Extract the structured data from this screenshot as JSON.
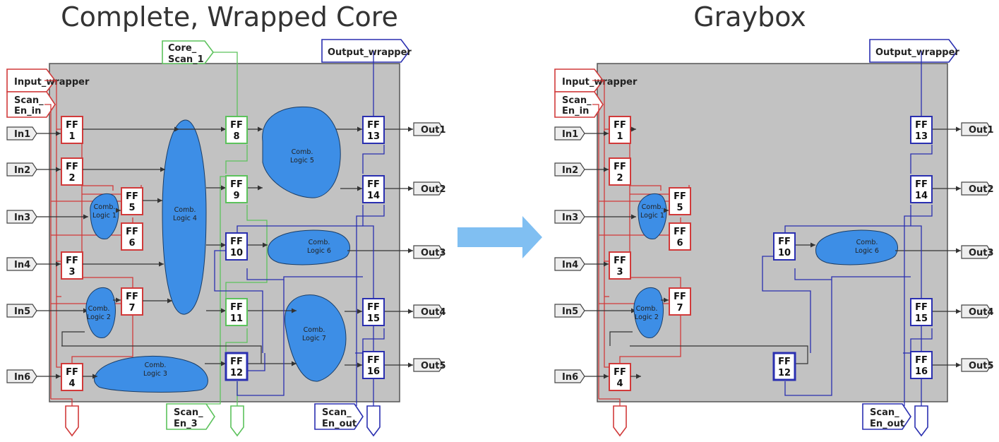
{
  "titles": {
    "left": "Complete, Wrapped Core",
    "right": "Graybox"
  },
  "ports": {
    "input_wrapper": "Input_wrapper",
    "scan_en_in": [
      "Scan_",
      "En_in"
    ],
    "core_scan_1": [
      "Core_",
      "Scan_1"
    ],
    "output_wrapper": "Output_wrapper",
    "scan_en_3": [
      "Scan_",
      "En_3"
    ],
    "scan_en_out": [
      "Scan_",
      "En_out"
    ],
    "inputs": [
      "In1",
      "In2",
      "In3",
      "In4",
      "In5",
      "In6"
    ],
    "outputs": [
      "Out1",
      "Out2",
      "Out3",
      "Out4",
      "Out5"
    ]
  },
  "flip_flops": {
    "prefix": "FF",
    "input_wrapper": [
      "1",
      "2",
      "3",
      "4",
      "5",
      "6",
      "7"
    ],
    "core": [
      "8",
      "9",
      "10",
      "11",
      "12"
    ],
    "output_wrapper": [
      "13",
      "14",
      "15",
      "16"
    ]
  },
  "logic_blocks": {
    "cl1": [
      "Comb.",
      "Logic 1"
    ],
    "cl2": [
      "Comb.",
      "Logic 2"
    ],
    "cl3": [
      "Comb.",
      "Logic 3"
    ],
    "cl4": [
      "Comb.",
      "Logic 4"
    ],
    "cl5": [
      "Comb.",
      "Logic 5"
    ],
    "cl6": [
      "Comb.",
      "Logic 6"
    ],
    "cl7": [
      "Comb.",
      "Logic 7"
    ]
  },
  "colors": {
    "core_fill": "#c2c2c2",
    "logic_fill": "#3d8ee6",
    "input_wrapper": "#d13a3a",
    "core_scan": "#5cc25c",
    "output_wrapper": "#2a2fb0",
    "arrow": "#80bff2"
  }
}
